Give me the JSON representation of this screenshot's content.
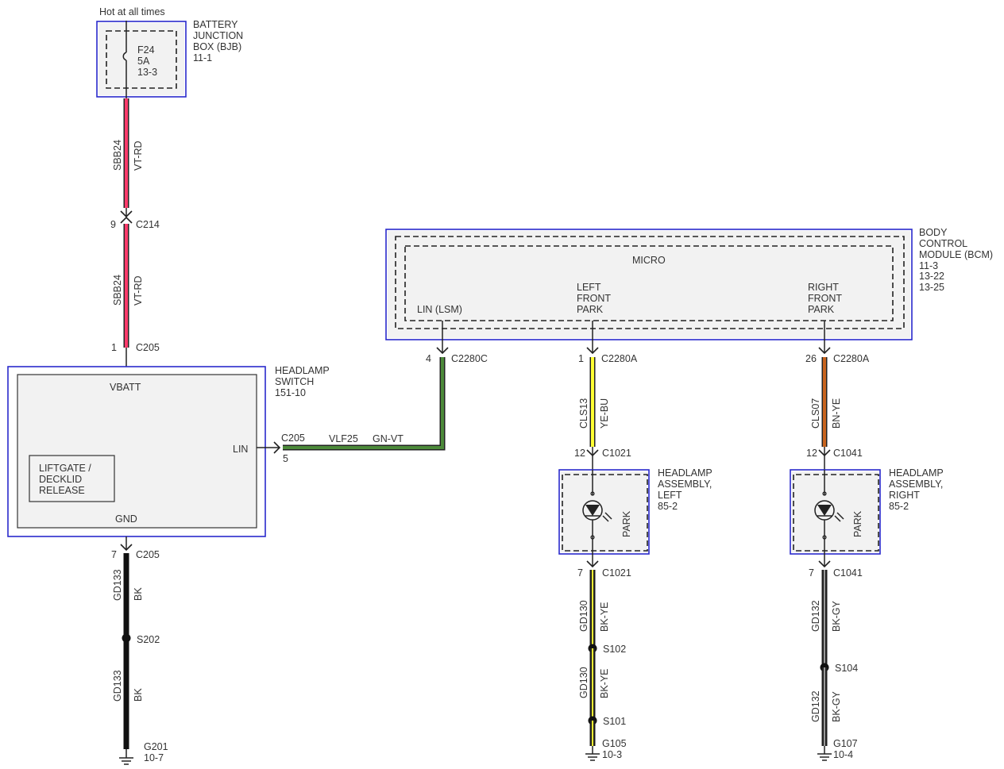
{
  "colors": {
    "vt_rd": "#ff3b6b",
    "gn_vt": "#4c8a3a",
    "ye_bu": "#ffff33",
    "bn_ye": "#c8641e",
    "bk": "#111111",
    "bk_ye": "#ffff33",
    "bk_gy": "#999999"
  },
  "bjb": {
    "hot_label": "Hot at all times",
    "title": [
      "BATTERY",
      "JUNCTION",
      "BOX (BJB)",
      "11-1"
    ],
    "fuse": [
      "F24",
      "5A",
      "13-3"
    ]
  },
  "wires": {
    "sbb24_a": {
      "circuit": "SBB24",
      "color": "VT-RD"
    },
    "sbb24_b": {
      "circuit": "SBB24",
      "color": "VT-RD"
    },
    "vlf25": {
      "circuit": "VLF25",
      "color": "GN-VT"
    },
    "cls13": {
      "circuit": "CLS13",
      "color": "YE-BU"
    },
    "cls07": {
      "circuit": "CLS07",
      "color": "BN-YE"
    },
    "gd133_a": {
      "circuit": "GD133",
      "color": "BK"
    },
    "gd133_b": {
      "circuit": "GD133",
      "color": "BK"
    },
    "gd130_a": {
      "circuit": "GD130",
      "color": "BK-YE"
    },
    "gd130_b": {
      "circuit": "GD130",
      "color": "BK-YE"
    },
    "gd132_a": {
      "circuit": "GD132",
      "color": "BK-GY"
    },
    "gd132_b": {
      "circuit": "GD132",
      "color": "BK-GY"
    }
  },
  "connectors": {
    "c214": {
      "pin": "9",
      "name": "C214"
    },
    "c205_top": {
      "pin": "1",
      "name": "C205"
    },
    "c205_lin": {
      "pin": "5",
      "name": "C205"
    },
    "c205_gnd": {
      "pin": "7",
      "name": "C205"
    },
    "c2280c": {
      "pin": "4",
      "name": "C2280C"
    },
    "c2280a_left": {
      "pin": "1",
      "name": "C2280A"
    },
    "c2280a_right": {
      "pin": "26",
      "name": "C2280A"
    },
    "c1021_top": {
      "pin": "12",
      "name": "C1021"
    },
    "c1021_bot": {
      "pin": "7",
      "name": "C1021"
    },
    "c1041_top": {
      "pin": "12",
      "name": "C1041"
    },
    "c1041_bot": {
      "pin": "7",
      "name": "C1041"
    }
  },
  "splices": {
    "s202": "S202",
    "s102": "S102",
    "s101": "S101",
    "s104": "S104"
  },
  "grounds": {
    "g201": [
      "G201",
      "10-7"
    ],
    "g105": [
      "G105",
      "10-3"
    ],
    "g107": [
      "G107",
      "10-4"
    ]
  },
  "headlamp_switch": {
    "title": [
      "HEADLAMP",
      "SWITCH",
      "151-10"
    ],
    "vbatt": "VBATT",
    "lin": "LIN",
    "gnd": "GND",
    "liftgate": [
      "LIFTGATE /",
      "DECKLID",
      "RELEASE"
    ]
  },
  "bcm": {
    "title": [
      "BODY",
      "CONTROL",
      "MODULE (BCM)",
      "11-3",
      "13-22",
      "13-25"
    ],
    "micro": "MICRO",
    "lin_lsm": "LIN (LSM)",
    "left_front_park": [
      "LEFT",
      "FRONT",
      "PARK"
    ],
    "right_front_park": [
      "RIGHT",
      "FRONT",
      "PARK"
    ]
  },
  "headlamp_left": {
    "title": [
      "HEADLAMP",
      "ASSEMBLY,",
      "LEFT",
      "85-2"
    ],
    "park": "PARK"
  },
  "headlamp_right": {
    "title": [
      "HEADLAMP",
      "ASSEMBLY,",
      "RIGHT",
      "85-2"
    ],
    "park": "PARK"
  }
}
